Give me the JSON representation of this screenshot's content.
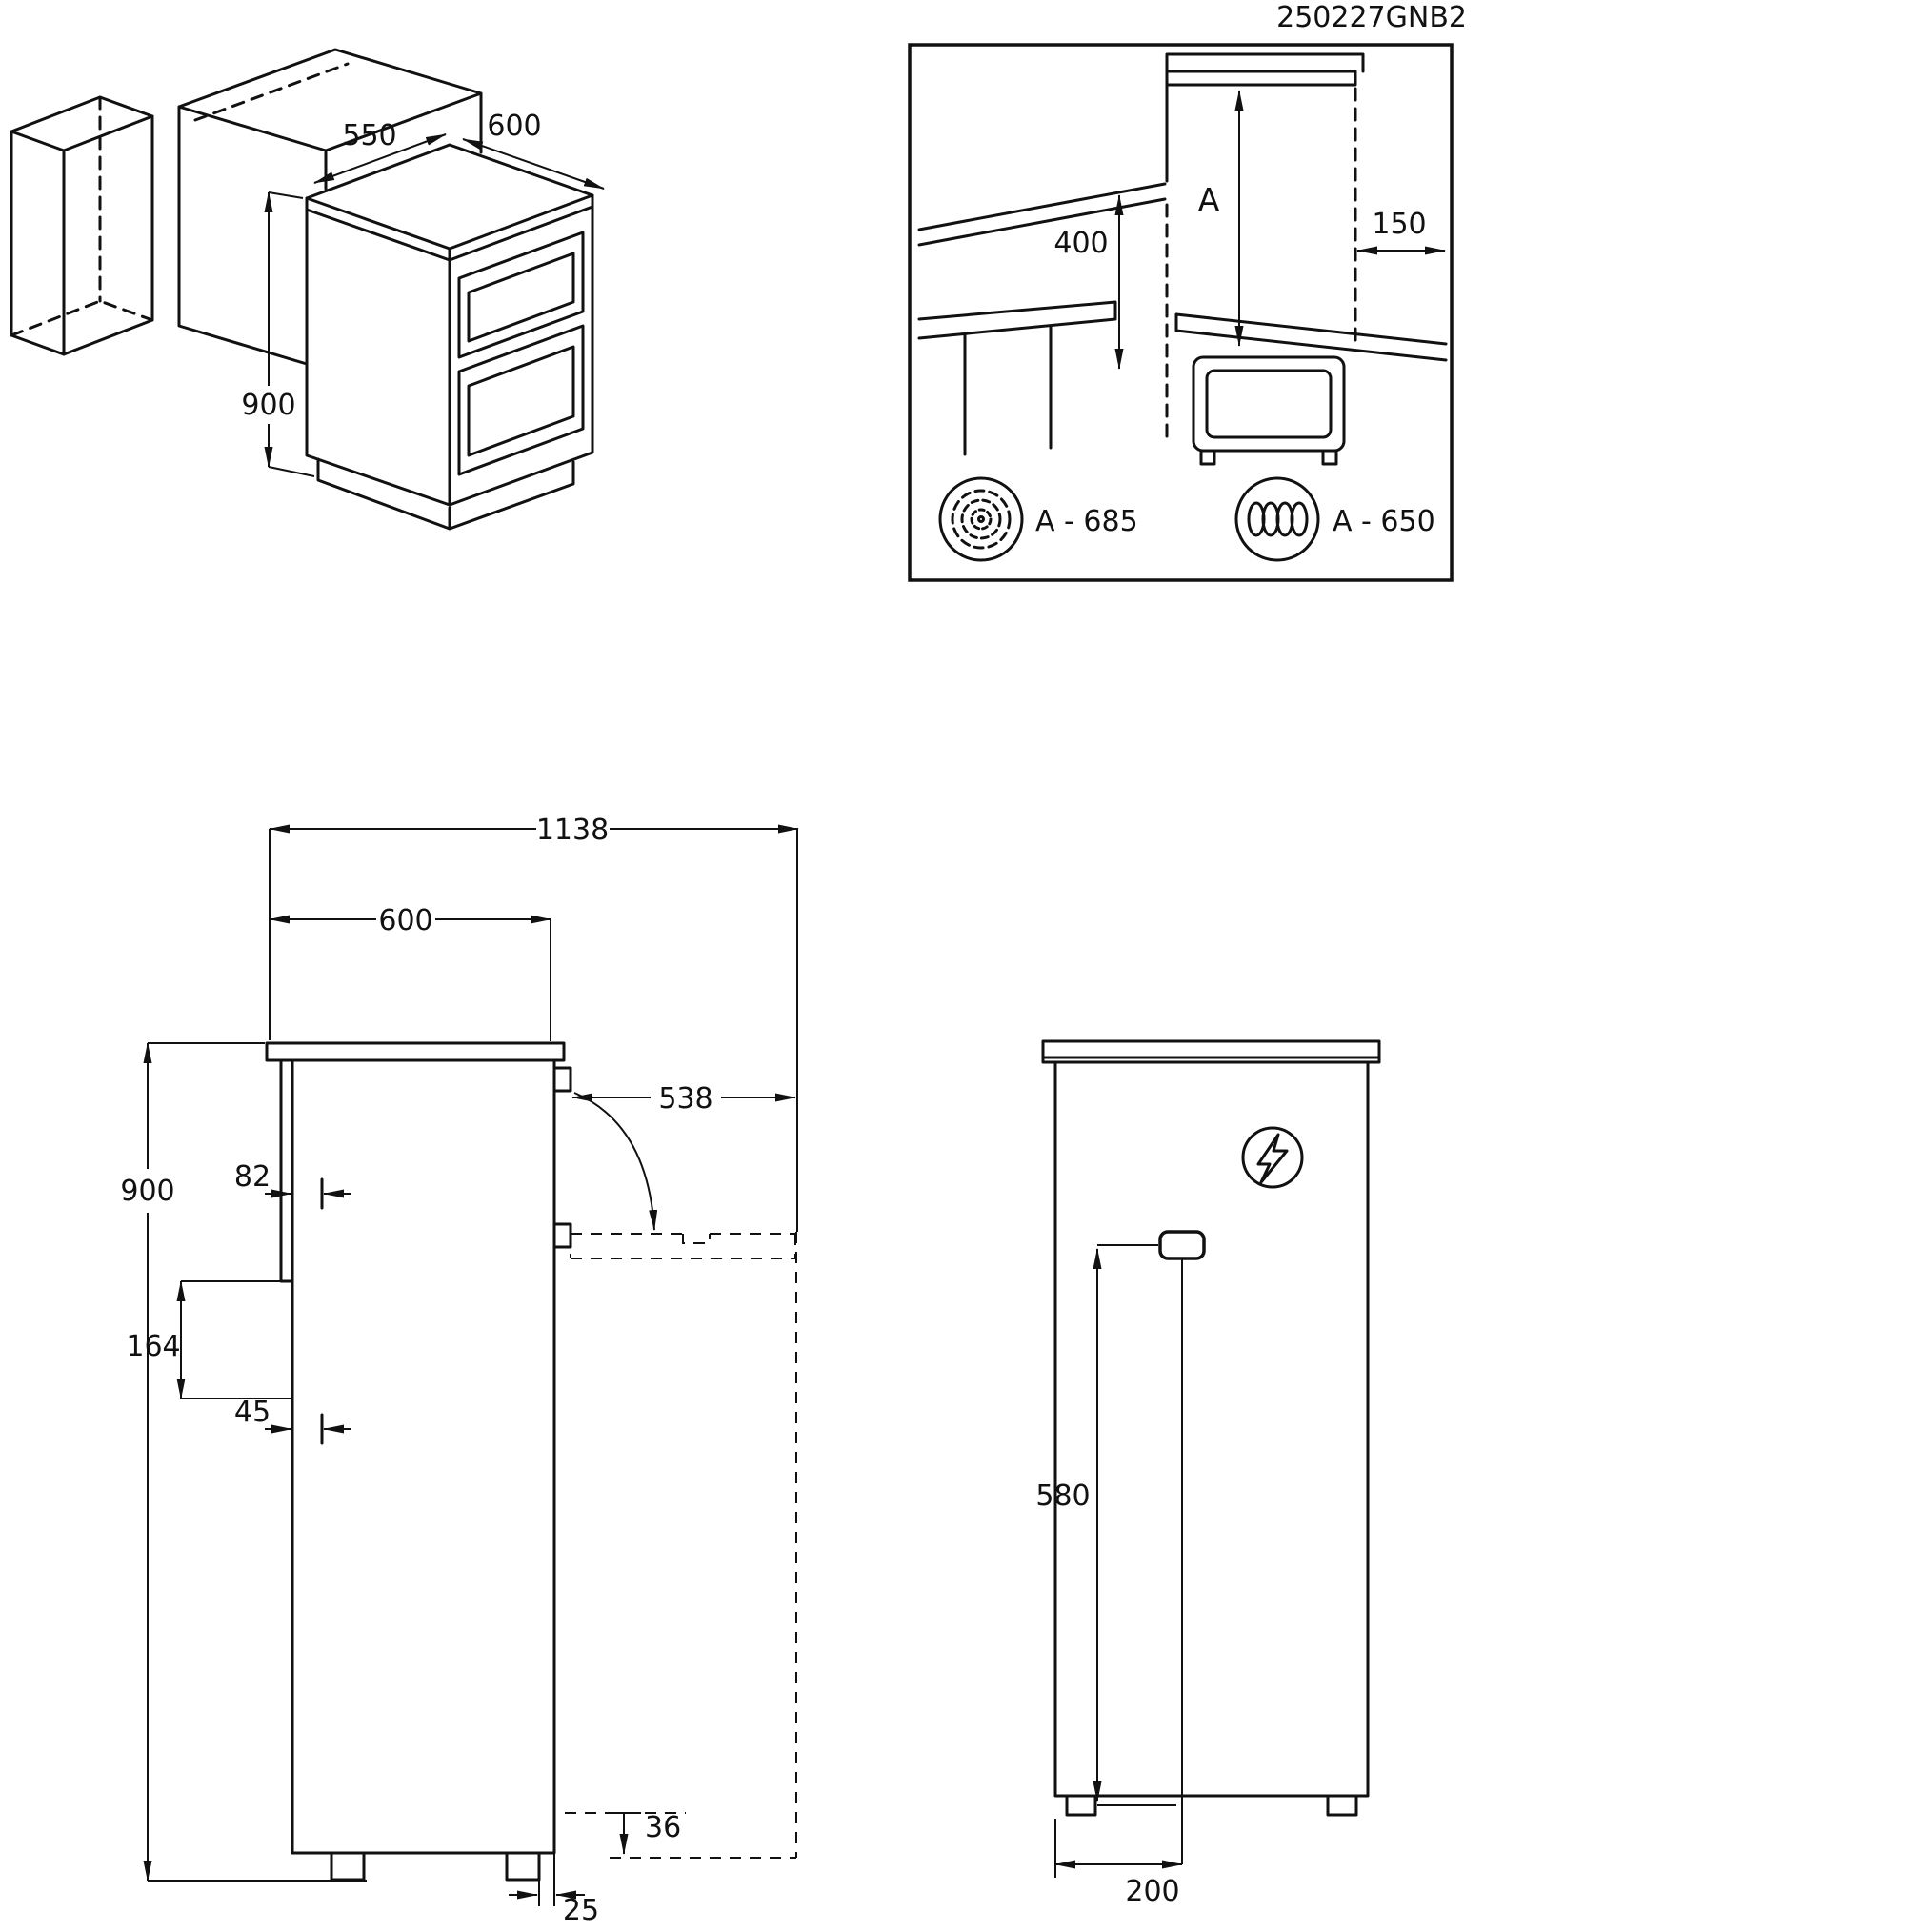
{
  "doc_code": "250227GNB2",
  "iso_view": {
    "depth": "550",
    "width": "600",
    "height": "900"
  },
  "clearance_view": {
    "hood_height": "400",
    "clearance_label": "A",
    "side_clearance": "150",
    "hood_value": "A - 685",
    "induction_value": "A - 650"
  },
  "side_view": {
    "total_depth_door_open": "1138",
    "depth": "600",
    "door_depth": "538",
    "height": "900",
    "rear_gap": "82",
    "plinth_height": "164",
    "rear_offset": "45",
    "bottom_clearance": "36",
    "foot_offset": "25"
  },
  "rear_view": {
    "cable_height": "580",
    "cable_offset": "200"
  }
}
